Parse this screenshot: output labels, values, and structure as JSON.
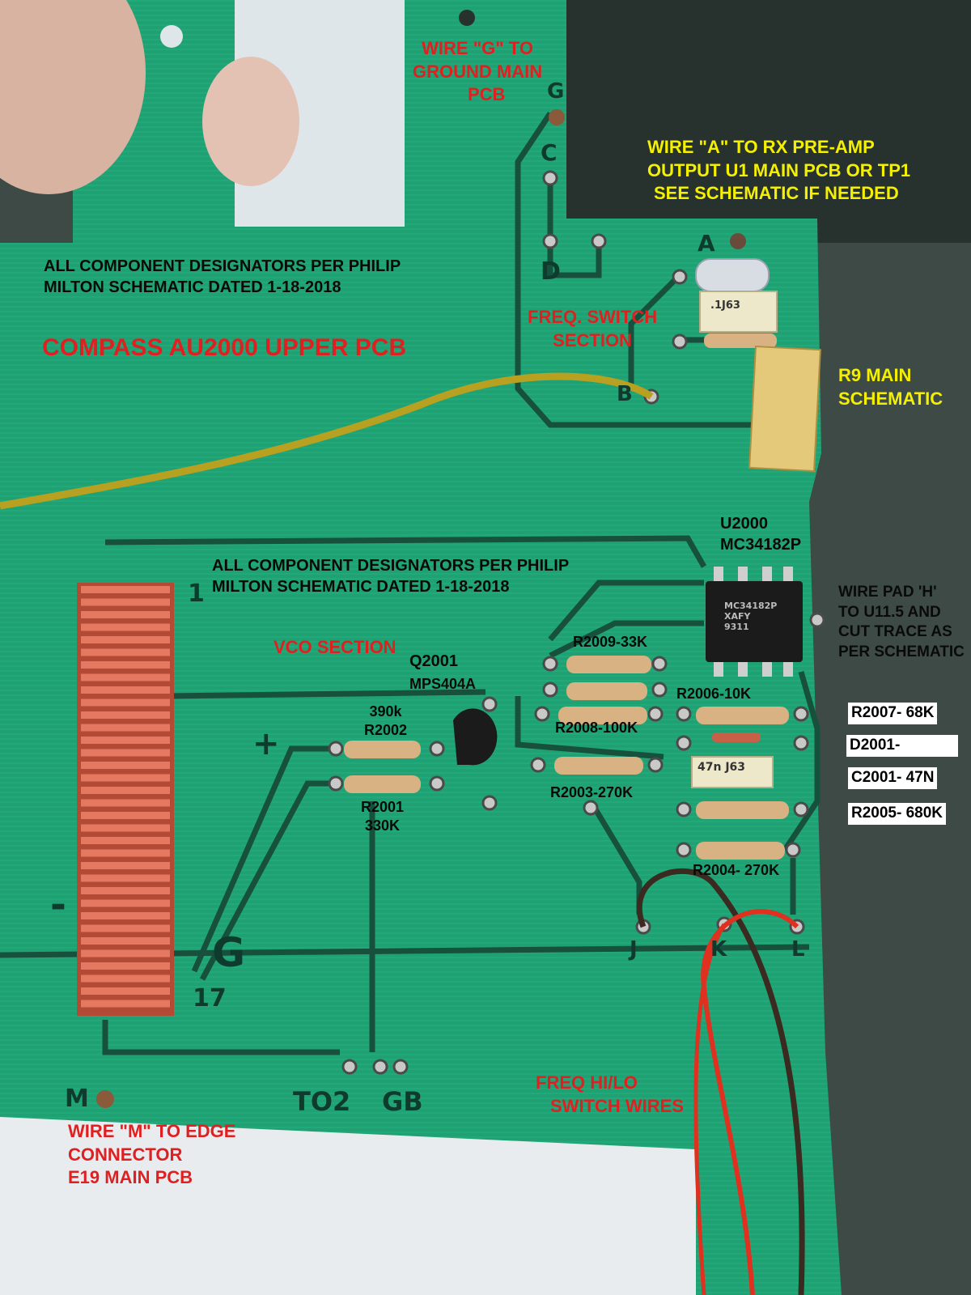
{
  "annotations": {
    "wire_g": [
      "WIRE \"G\" TO",
      "GROUND MAIN",
      "PCB"
    ],
    "wire_a": [
      "WIRE \"A\" TO RX PRE-AMP",
      "OUTPUT U1 MAIN PCB OR TP1",
      "SEE  SCHEMATIC IF NEEDED"
    ],
    "designators_top": [
      "ALL COMPONENT DESIGNATORS PER PHILIP",
      "MILTON SCHEMATIC DATED 1-18-2018"
    ],
    "board_title": "COMPASS AU2000 UPPER PCB",
    "freq_switch": [
      "FREQ. SWITCH",
      "SECTION"
    ],
    "r9": [
      "R9 MAIN",
      "SCHEMATIC"
    ],
    "u2000": [
      "U2000",
      "MC34182P"
    ],
    "designators_mid": [
      "ALL COMPONENT DESIGNATORS PER PHILIP",
      "MILTON SCHEMATIC DATED 1-18-2018"
    ],
    "wire_h": [
      "WIRE PAD 'H'",
      "TO U11.5 AND",
      "CUT TRACE AS",
      "PER SCHEMATIC"
    ],
    "vco_section": "VCO SECTION",
    "q2001": [
      "Q2001",
      "MPS404A"
    ],
    "r2009": "R2009-33K",
    "r2006": "R2006-10K",
    "r2008": "R2008-100K",
    "r2002": [
      "390k",
      "R2002"
    ],
    "r2003": "R2003-270K",
    "r2001": [
      "R2001",
      "330K"
    ],
    "r2004": "R2004- 270K",
    "legend": [
      "R2007- 68K",
      "D2001-",
      "C2001- 47N",
      "R2005- 680K"
    ],
    "freq_hilo": [
      "FREQ HI/LO",
      "SWITCH WIRES"
    ],
    "wire_m": [
      "WIRE \"M\"  TO EDGE",
      "CONNECTOR",
      "E19 MAIN PCB"
    ]
  },
  "silkscreen": {
    "g_top": "G",
    "c": "C",
    "d": "D",
    "a": "A",
    "b": "B",
    "plus": "+",
    "minus": "-",
    "pin1": "1",
    "pin17": "17",
    "g_big": "G",
    "m": "M",
    "to2": "TO2",
    "gb": "GB",
    "j": "J",
    "k": "K",
    "l": "L",
    "cap_marking": "47n J63",
    "cap_top_marking": ".1J63",
    "ic_marking": [
      "MC34182P",
      "XAFY",
      "9311"
    ]
  },
  "colors": {
    "pcb_green": "#1fa173",
    "trace": "#17503c",
    "annotation_red": "#e02020",
    "annotation_yellow": "#f4f000",
    "connector_orange": "#d8583a"
  }
}
